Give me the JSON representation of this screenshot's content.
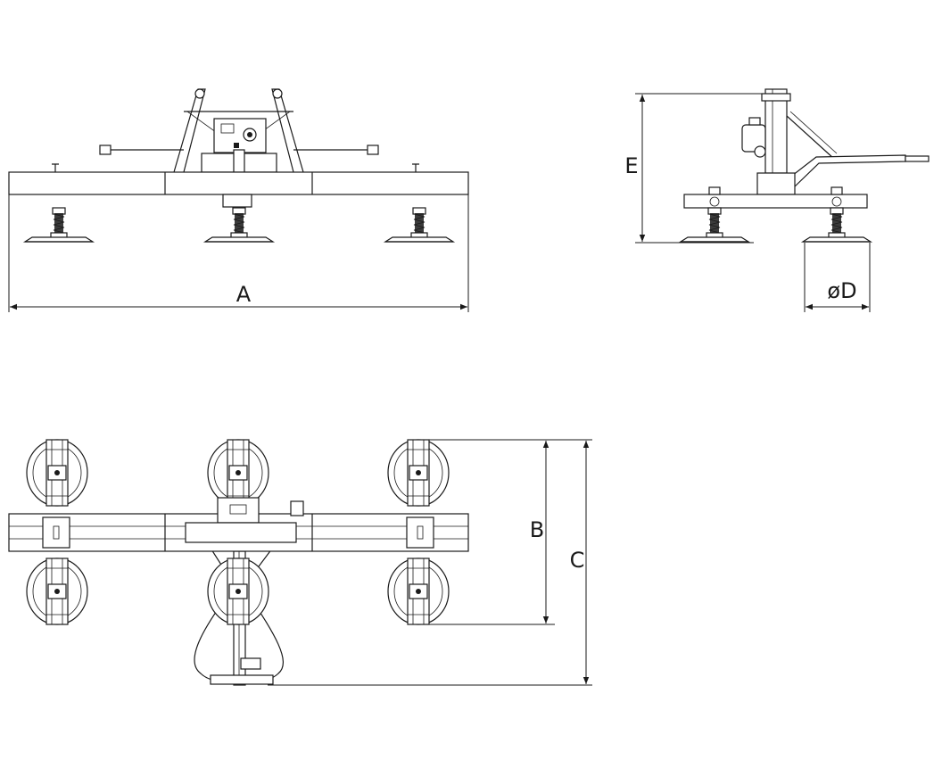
{
  "dimension_labels": {
    "a": "A",
    "b": "B",
    "c": "C",
    "d": "øD",
    "e": "E"
  },
  "colors": {
    "line": "#1a1a1a",
    "background": "#ffffff"
  }
}
